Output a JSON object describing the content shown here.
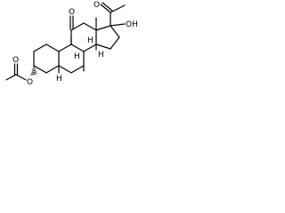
{
  "structure": {
    "atom_labels": {
      "ketone_oxygen": "O",
      "hydroxyl": "OH",
      "acetyl_oxygen": "O",
      "ester_oxygen": "O",
      "ester_carbonyl_oxygen": "O",
      "h5": "H",
      "h8": "H",
      "h9": "H",
      "h14": "H"
    }
  }
}
